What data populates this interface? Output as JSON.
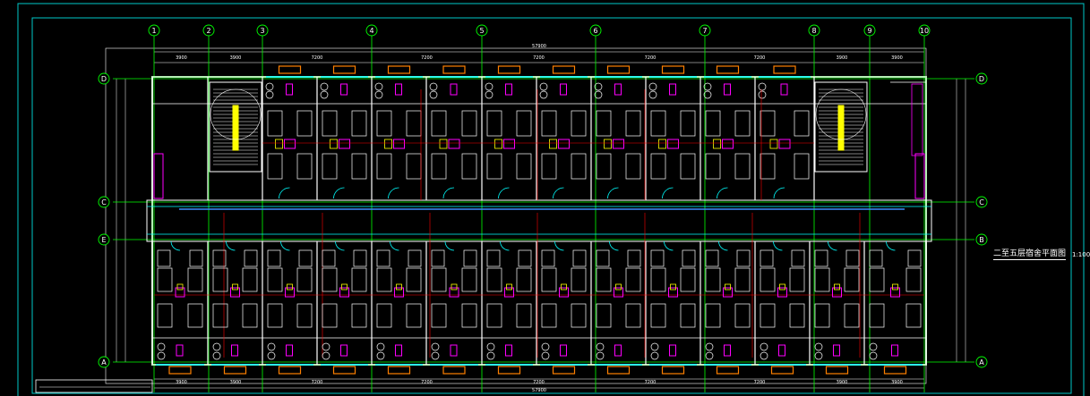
{
  "drawing": {
    "plan_title": "二至五层宿舍平面图",
    "scale": "1:100"
  },
  "grid": {
    "columns": [
      "1",
      "2",
      "3",
      "4",
      "5",
      "6",
      "7",
      "8",
      "9",
      "10"
    ],
    "rows_left": [
      "D",
      "C",
      "E",
      "A"
    ],
    "rows_right": [
      "D",
      "C",
      "B",
      "A"
    ]
  },
  "dimensions": {
    "overall_top": "57900",
    "overall_bottom": "57900",
    "bay_top": [
      "3900",
      "3900",
      "7200",
      "7200",
      "7200",
      "7200",
      "7200",
      "3900",
      "3900"
    ],
    "bay_bottom": [
      "3900",
      "3900",
      "7200",
      "7200",
      "7200",
      "7200",
      "7200",
      "3900",
      "3900"
    ]
  },
  "colors": {
    "background": "#000000",
    "grid_line": "#00ff00",
    "wall": "#ffffff",
    "wall_heavy": "#b4f0b4",
    "axis_bubble": "#00ff00",
    "window": "#00ffff",
    "furniture": "#ffffff",
    "sanitary": "#ff00ff",
    "stair": "#ffff00",
    "beam_red": "#ff0000",
    "balcony": "#ff8000"
  }
}
